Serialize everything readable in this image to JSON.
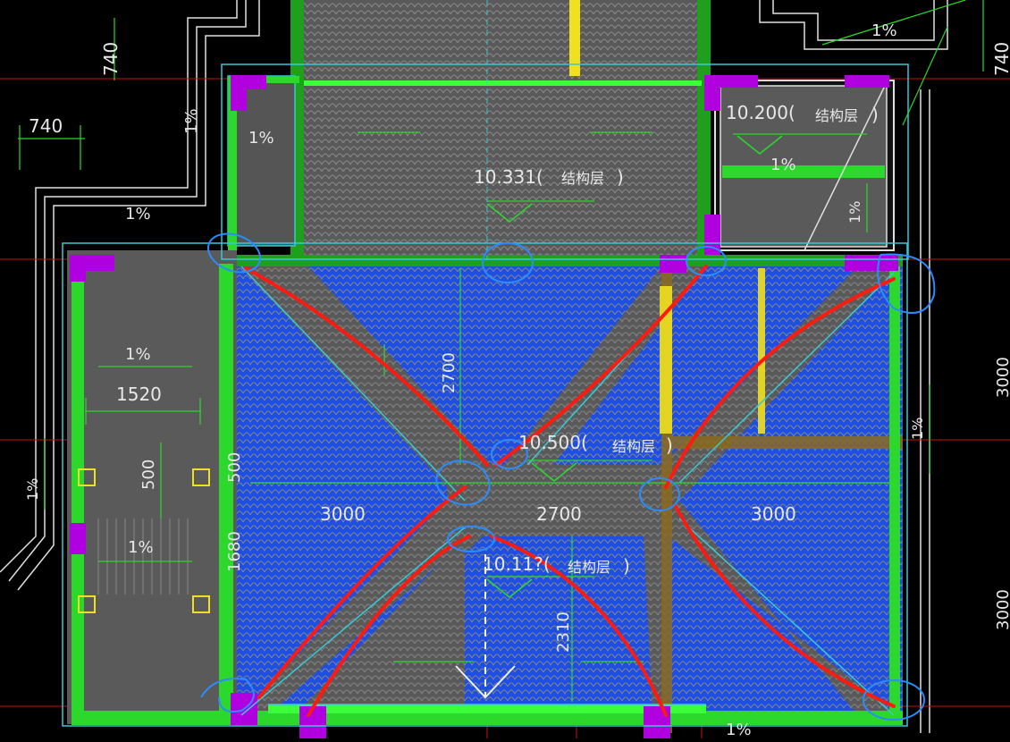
{
  "colors": {
    "background": "#000000",
    "slab_gray": "#5a5a5a",
    "roof_blue": "#1f4fe0",
    "tile_line": "#8a8a8a",
    "wall_green": "#2bd82b",
    "bright_green": "#3cff3c",
    "magenta": "#b000e0",
    "cyan": "#38c8d8",
    "grid_red": "#d01010",
    "red_line": "#ff1a10",
    "yellow": "#f0e020",
    "white": "#e8e8e8",
    "annot_blue": "#2a8cff"
  },
  "labels": {
    "dim_740_left": "740",
    "dim_740_top": "740",
    "dim_740_right": "740",
    "slope_top_left_wall": "1%",
    "slope_top_left_room": "1%",
    "slope_left_outer": "1%",
    "slope_left_room": "1%",
    "slope_stair": "1%",
    "slope_left_bottom": "1%",
    "dim_1520": "1520",
    "dim_500_a": "500",
    "dim_500_b": "500",
    "dim_1680": "1680",
    "elev_top": "10.331(",
    "elev_top_tag": "结构层",
    "elev_top_close": ")",
    "elev_right": "10.200(",
    "elev_right_tag": "结构层",
    "elev_right_close": ")",
    "slope_right_room": "1%",
    "slope_right_room_b": "1%",
    "slope_top_right": "1%",
    "elev_center": "10.500(",
    "elev_center_tag": "结构层",
    "elev_center_close": ")",
    "dim_2700_v": "2700",
    "dim_3000_left": "3000",
    "dim_2700_h": "2700",
    "dim_3000_right": "3000",
    "elev_bottom": "10.11?(",
    "elev_bottom_tag": "结构层",
    "elev_bottom_close": ")",
    "dim_2310": "2310",
    "slope_right_side": "1%",
    "slope_bottom_right": "1%",
    "dim_3000_far_right_a": "3000",
    "dim_3000_far_right_b": "3000"
  }
}
